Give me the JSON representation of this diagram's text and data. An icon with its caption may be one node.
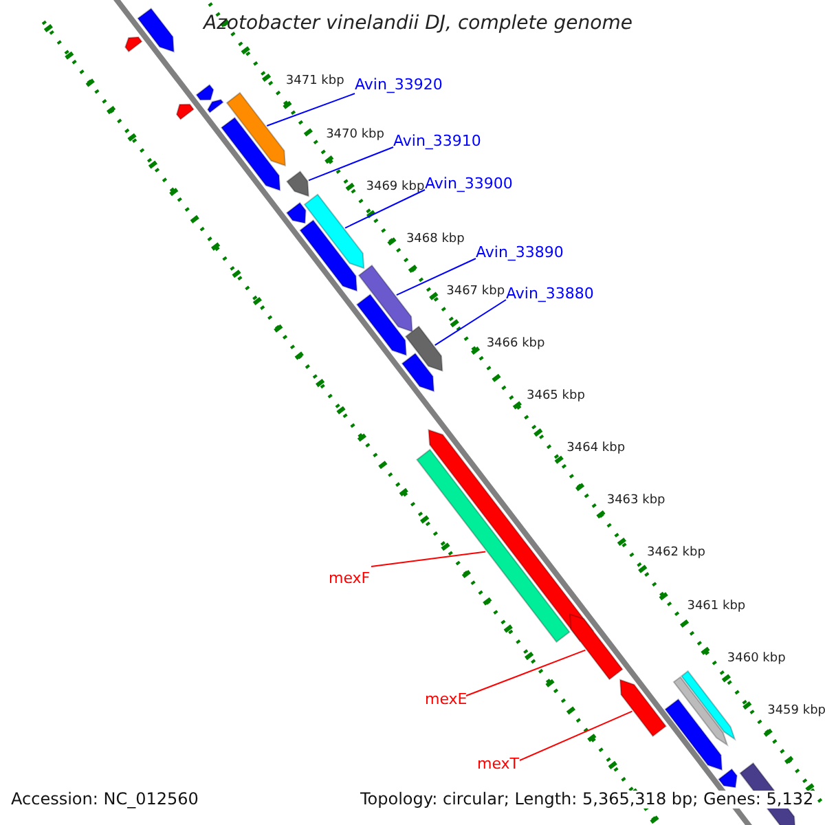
{
  "diagram": {
    "title": "Azotobacter vinelandii DJ, complete genome",
    "nodes": [
      {
        "text": [
          "Avin_33920"
        ]
      },
      {
        "text": [
          "Avin_33910"
        ]
      },
      {
        "text": [
          "Avin_33900"
        ]
      },
      {
        "text": [
          "Avin_33890"
        ]
      },
      {
        "text": [
          "Avin_33880"
        ]
      },
      {
        "text": [
          "mexF"
        ]
      },
      {
        "text": [
          "mexE"
        ]
      },
      {
        "text": [
          "mexT"
        ]
      },
      {
        "text": [],
        "shape": "bar"
      },
      {
        "text": [],
        "shape": "bar"
      },
      {
        "text": [],
        "shape": "bar"
      },
      {
        "text": [],
        "shape": "bar"
      },
      {
        "text": [],
        "shape": "bar"
      },
      {
        "text": [],
        "shape": "bar"
      },
      {
        "text": [],
        "shape": "bar"
      },
      {
        "text": [],
        "shape": "bar"
      },
      {
        "text": [],
        "shape": "bar"
      },
      {
        "text": [],
        "shape": "bar"
      },
      {
        "text": [],
        "shape": "bar"
      },
      {
        "text": [],
        "shape": "bar"
      },
      {
        "text": [],
        "shape": "bar"
      },
      {
        "text": [],
        "shape": "bar"
      },
      {
        "text": [],
        "shape": "bar"
      },
      {
        "text": [],
        "shape": "bar"
      },
      {
        "text": [],
        "shape": "bar"
      },
      {
        "text": [],
        "shape": "bar"
      },
      {
        "text": [],
        "shape": "bar"
      },
      {
        "text": [],
        "shape": "bar"
      },
      {
        "text": [],
        "shape": "bar"
      },
      {
        "text": [],
        "shape": "bar"
      },
      {
        "text": [],
        "shape": "bar"
      },
      {
        "text": [],
        "shape": "bar"
      }
    ],
    "edges": [
      {
        "from": 0,
        "to": 13,
        "arrow": "none"
      },
      {
        "from": 1,
        "to": 15,
        "arrow": "none"
      },
      {
        "from": 2,
        "to": 17,
        "arrow": "none"
      },
      {
        "from": 3,
        "to": 19,
        "arrow": "none"
      },
      {
        "from": 4,
        "to": 21,
        "arrow": "none"
      },
      {
        "from": 5,
        "to": 24,
        "arrow": "none",
        "color": "#ff0000"
      },
      {
        "from": 6,
        "to": 25,
        "arrow": "none",
        "color": "#ff0000"
      },
      {
        "from": 7,
        "to": 26,
        "arrow": "none",
        "color": "#ff0000"
      }
    ],
    "labels": [
      "3471 kbp",
      "3470 kbp",
      "3469 kbp",
      "3468 kbp",
      "3467 kbp",
      "3466 kbp",
      "3465 kbp",
      "3464 kbp",
      "3463 kbp",
      "3462 kbp",
      "3461 kbp",
      "3460 kbp",
      "3459 kbp",
      "Accession: NC_012560",
      "Topology: circular; Length: 5,365,318 bp; Genes: 5,132"
    ]
  }
}
